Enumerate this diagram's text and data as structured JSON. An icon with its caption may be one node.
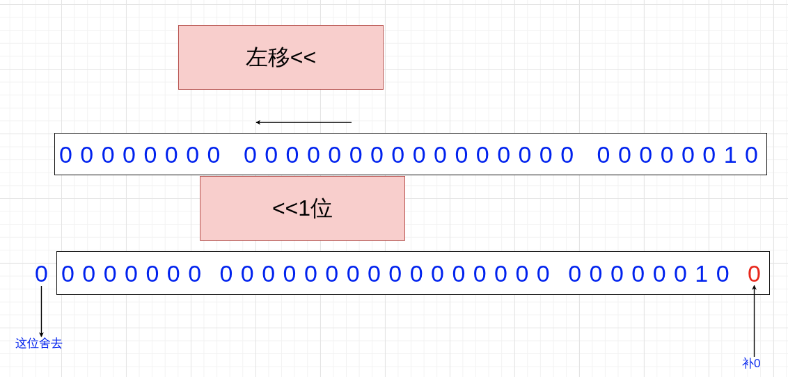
{
  "diagram": {
    "nodes": [
      {
        "text": [
          "左移<<"
        ]
      },
      {
        "text": [
          "0 0 0 0 0 0 0 0",
          "0 0 0 0 0 0 0 0 0 0 0 0 0 0 0 0",
          "0 0 0 0 0 0 1 0"
        ]
      },
      {
        "text": [
          "<<1位"
        ]
      },
      {
        "text": [
          "0"
        ]
      },
      {
        "text": [
          "0 0 0 0 0 0 0",
          "0 0 0 0 0 0 0 0 0 0 0 0 0 0 0 0",
          "0 0 0 0 0 0 1 0"
        ]
      },
      {
        "text": [
          "0"
        ],
        "in": 4
      },
      {
        "text": [
          "这位舍去"
        ]
      },
      {
        "text": [
          "补0"
        ]
      }
    ],
    "edges": [
      {
        "from": 3,
        "to": 6,
        "arrow": "to"
      },
      {
        "from": 7,
        "to": 5,
        "arrow": "to"
      }
    ]
  }
}
